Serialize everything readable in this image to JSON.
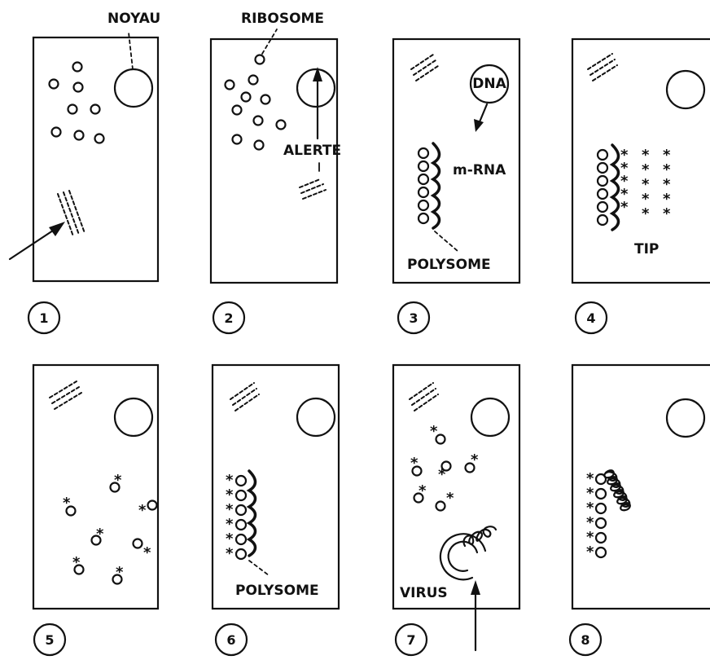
{
  "panels": [
    {
      "number": "1",
      "labels": {
        "noyau": "NOYAU"
      }
    },
    {
      "number": "2",
      "labels": {
        "ribosome": "RIBOSOME",
        "alerte": "ALERTE"
      }
    },
    {
      "number": "3",
      "labels": {
        "dna": "DNA",
        "mrna": "m-RNA",
        "polysome": "POLYSOME"
      }
    },
    {
      "number": "4",
      "labels": {
        "tip": "TIP"
      }
    },
    {
      "number": "5",
      "labels": {}
    },
    {
      "number": "6",
      "labels": {
        "polysome": "POLYSOME"
      }
    },
    {
      "number": "7",
      "labels": {
        "virus": "VIRUS"
      }
    },
    {
      "number": "8",
      "labels": {}
    }
  ],
  "glyphs": {
    "star": "*"
  },
  "colors": {
    "ink": "#111111",
    "paper": "#ffffff"
  }
}
